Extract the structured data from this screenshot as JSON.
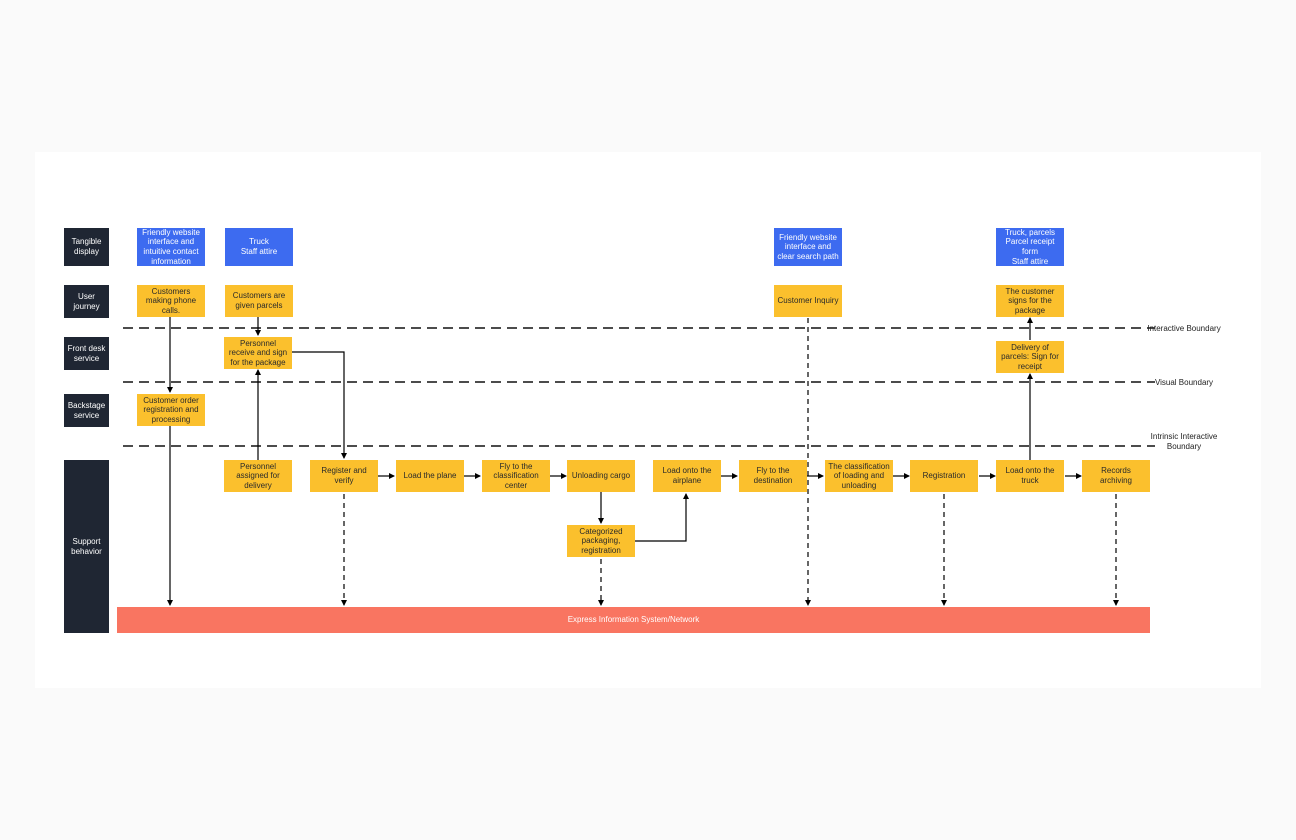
{
  "lanes": {
    "tangible": "Tangible display",
    "journey": "User journey",
    "frontdesk": "Front desk service",
    "backstage": "Backstage service",
    "support": "Support behavior"
  },
  "tangible": {
    "website": "Friendly website interface and intuitive contact information",
    "truck": "Truck\nStaff attire",
    "search": "Friendly website interface and clear search path",
    "parcels": "Truck, parcels\nParcel receipt form\nStaff attire"
  },
  "journey": {
    "calls": "Customers making phone calls.",
    "given": "Customers are given parcels",
    "inquiry": "Customer Inquiry",
    "signs": "The customer signs for the package"
  },
  "frontdesk": {
    "receive": "Personnel receive and sign for the package",
    "delivery": "Delivery of parcels: Sign for receipt"
  },
  "backstage": {
    "order": "Customer order registration and processing"
  },
  "support": {
    "assigned": "Personnel assigned for delivery",
    "register": "Register and verify",
    "load_plane": "Load the plane",
    "fly_center": "Fly to the classification center",
    "unloading": "Unloading cargo",
    "categorized": "Categorized packaging, registration",
    "load_airplane": "Load onto the airplane",
    "fly_dest": "Fly to the destination",
    "classification": "The classification of loading and unloading",
    "registration": "Registration",
    "load_truck": "Load onto the truck",
    "records": "Records archiving"
  },
  "system": "Express Information System/Network",
  "boundaries": {
    "interactive": "Interactive Boundary",
    "visual": "Visual Boundary",
    "intrinsic": "Intrinsic Interactive Boundary"
  },
  "colors": {
    "lane": "#1f2633",
    "tangible": "#3d6bf0",
    "step": "#fbc02d",
    "system": "#f97561"
  }
}
